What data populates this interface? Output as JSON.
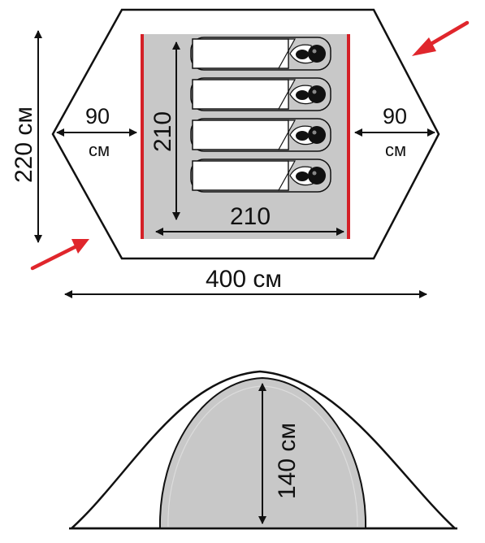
{
  "plan": {
    "length_label": "400 см",
    "width_label": "220 см",
    "vestibule_left_value": "90",
    "vestibule_left_unit": "см",
    "vestibule_right_value": "90",
    "vestibule_right_unit": "см",
    "inner_length_label": "210",
    "inner_width_label": "210",
    "sleeping_places": 4
  },
  "elevation": {
    "height_label": "140 см"
  },
  "colors": {
    "outline": "#111111",
    "inner_fill": "#c8c8c8",
    "wall_accent": "#d42027",
    "arrow_red": "#e0262c"
  },
  "icons": {
    "entrance_marker": "entrance-arrow-icon",
    "sleeper": "sleeping-person-icon"
  }
}
